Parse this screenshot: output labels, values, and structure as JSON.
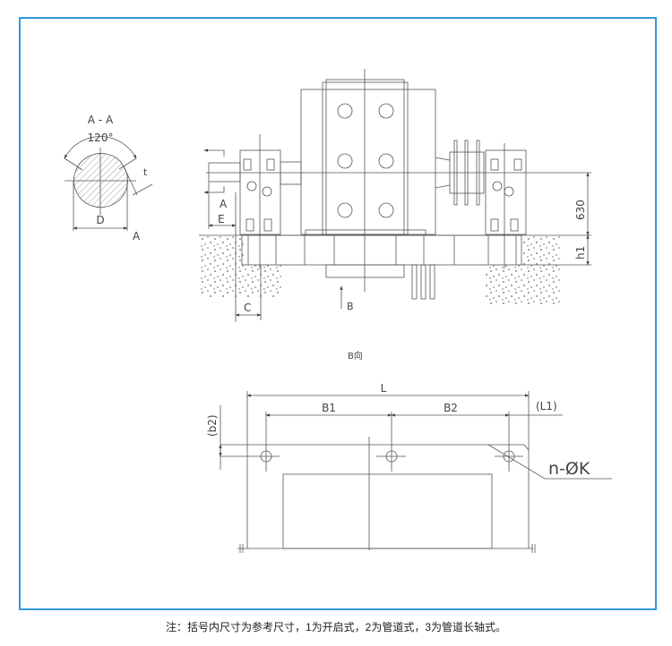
{
  "section": {
    "title": "A - A",
    "angle": "120°",
    "diameter": "D",
    "key_depth": "t",
    "section_mark": "A"
  },
  "elevation": {
    "section_mark": "A",
    "dim_e": "E",
    "dim_c": "C",
    "view_arrow": "B",
    "dim_height": "630",
    "dim_h1": "h1"
  },
  "plan": {
    "title": "B向",
    "dim_l": "L",
    "dim_b1": "B1",
    "dim_b2": "B2",
    "dim_l1": "(L1)",
    "dim_b2_small": "(b2)",
    "holes": "n-ØK"
  },
  "note": "注：括号内尺寸为参考尺寸，1为开启式，2为管道式，3为管道长轴式。",
  "colors": {
    "frame": "#2f9ad6",
    "line": "#555555"
  }
}
